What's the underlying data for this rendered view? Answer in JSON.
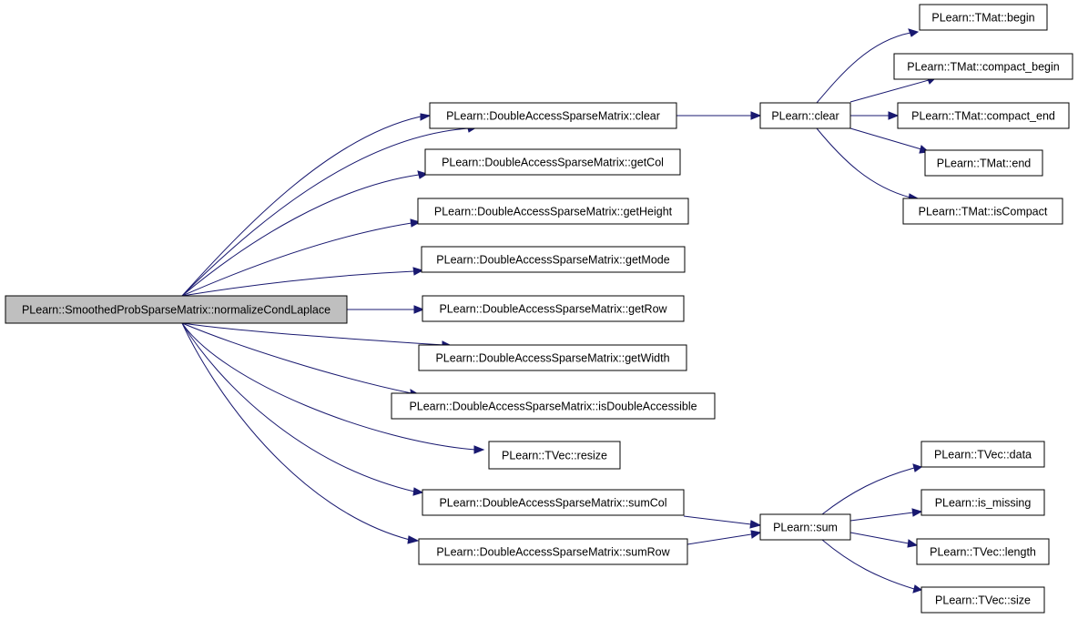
{
  "graph": {
    "accent_color": "#191970",
    "root_fill": "#bfbfbf",
    "nodes": [
      {
        "id": "root",
        "label": "PLearn::SmoothedProbSparseMatrix::normalizeCondLaplace"
      },
      {
        "id": "dasm_clear",
        "label": "PLearn::DoubleAccessSparseMatrix::clear"
      },
      {
        "id": "dasm_getCol",
        "label": "PLearn::DoubleAccessSparseMatrix::getCol"
      },
      {
        "id": "dasm_getHeight",
        "label": "PLearn::DoubleAccessSparseMatrix::getHeight"
      },
      {
        "id": "dasm_getMode",
        "label": "PLearn::DoubleAccessSparseMatrix::getMode"
      },
      {
        "id": "dasm_getRow",
        "label": "PLearn::DoubleAccessSparseMatrix::getRow"
      },
      {
        "id": "dasm_getWidth",
        "label": "PLearn::DoubleAccessSparseMatrix::getWidth"
      },
      {
        "id": "dasm_isDA",
        "label": "PLearn::DoubleAccessSparseMatrix::isDoubleAccessible"
      },
      {
        "id": "tvec_resize",
        "label": "PLearn::TVec::resize"
      },
      {
        "id": "dasm_sumCol",
        "label": "PLearn::DoubleAccessSparseMatrix::sumCol"
      },
      {
        "id": "dasm_sumRow",
        "label": "PLearn::DoubleAccessSparseMatrix::sumRow"
      },
      {
        "id": "clear",
        "label": "PLearn::clear"
      },
      {
        "id": "tmat_begin",
        "label": "PLearn::TMat::begin"
      },
      {
        "id": "tmat_cbegin",
        "label": "PLearn::TMat::compact_begin"
      },
      {
        "id": "tmat_cend",
        "label": "PLearn::TMat::compact_end"
      },
      {
        "id": "tmat_end",
        "label": "PLearn::TMat::end"
      },
      {
        "id": "tmat_isCompact",
        "label": "PLearn::TMat::isCompact"
      },
      {
        "id": "sum",
        "label": "PLearn::sum"
      },
      {
        "id": "tvec_data",
        "label": "PLearn::TVec::data"
      },
      {
        "id": "is_missing",
        "label": "PLearn::is_missing"
      },
      {
        "id": "tvec_length",
        "label": "PLearn::TVec::length"
      },
      {
        "id": "tvec_size",
        "label": "PLearn::TVec::size"
      }
    ],
    "edges": [
      [
        "root",
        "dasm_clear"
      ],
      [
        "root",
        "dasm_clear"
      ],
      [
        "root",
        "dasm_getCol"
      ],
      [
        "root",
        "dasm_getHeight"
      ],
      [
        "root",
        "dasm_getMode"
      ],
      [
        "root",
        "dasm_getRow"
      ],
      [
        "root",
        "dasm_getWidth"
      ],
      [
        "root",
        "dasm_isDA"
      ],
      [
        "root",
        "tvec_resize"
      ],
      [
        "root",
        "dasm_sumCol"
      ],
      [
        "root",
        "dasm_sumRow"
      ],
      [
        "dasm_clear",
        "clear"
      ],
      [
        "clear",
        "tmat_begin"
      ],
      [
        "clear",
        "tmat_cbegin"
      ],
      [
        "clear",
        "tmat_cend"
      ],
      [
        "clear",
        "tmat_end"
      ],
      [
        "clear",
        "tmat_isCompact"
      ],
      [
        "dasm_sumCol",
        "sum"
      ],
      [
        "dasm_sumRow",
        "sum"
      ],
      [
        "sum",
        "tvec_data"
      ],
      [
        "sum",
        "is_missing"
      ],
      [
        "sum",
        "tvec_length"
      ],
      [
        "sum",
        "tvec_size"
      ]
    ]
  }
}
